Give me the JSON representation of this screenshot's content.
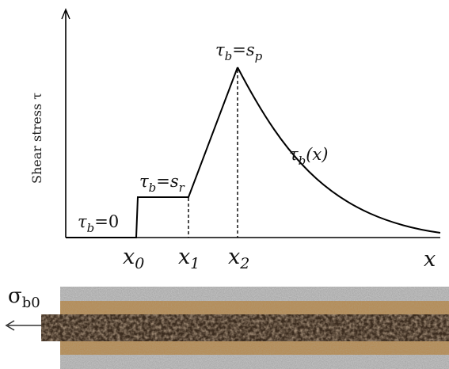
{
  "axes": {
    "y_label": "Shear stress τ",
    "x_label": "x"
  },
  "ticks": [
    {
      "main": "x",
      "sub": "0"
    },
    {
      "main": "x",
      "sub": "1"
    },
    {
      "main": "x",
      "sub": "2"
    }
  ],
  "annotations": {
    "zero": {
      "base": "τ",
      "sub": "b",
      "rest": "=0"
    },
    "residual": {
      "base": "τ",
      "sub": "b",
      "eq": "=s",
      "sub2": "r"
    },
    "peak": {
      "base": "τ",
      "sub": "b",
      "eq": "=s",
      "sub2": "p"
    },
    "decay": {
      "base": "τ",
      "sub": "b",
      "rest": "(x)"
    }
  },
  "load": {
    "symbol": "σ",
    "sub": "b0"
  },
  "colors": {
    "line": "#000000",
    "rock": "#9a9a9a",
    "grout": "#b08a55",
    "bolt": "#3a2b1e"
  }
}
